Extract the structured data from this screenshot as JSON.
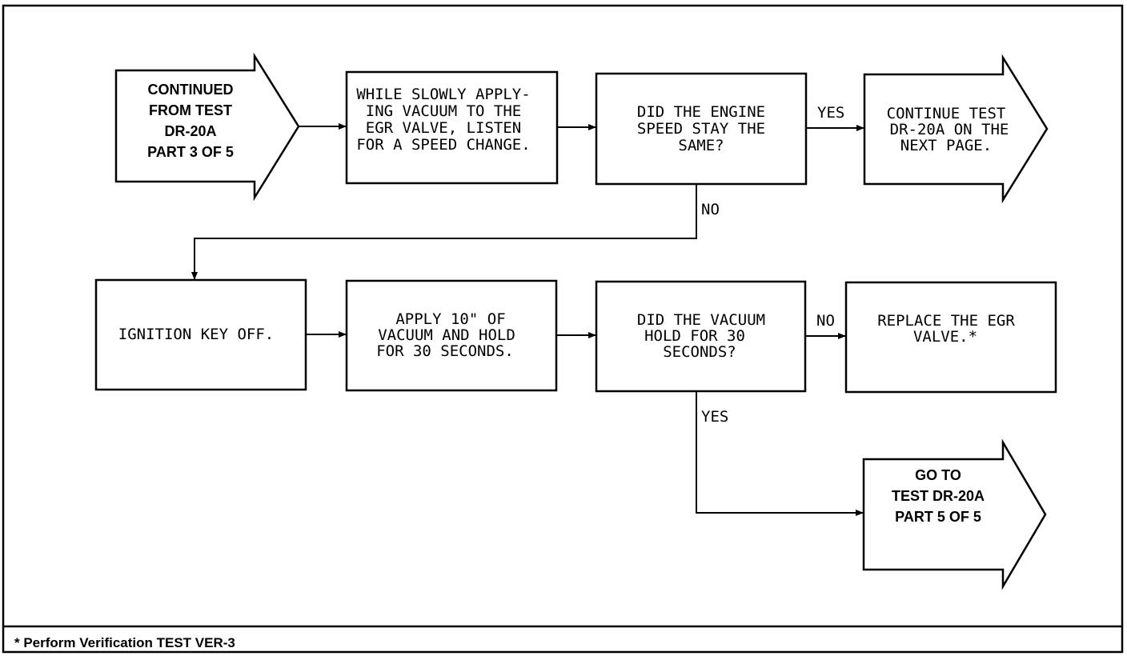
{
  "continued_arrow": {
    "lines": [
      "CONTINUED",
      "FROM TEST",
      "DR-20A",
      "PART 3 OF 5"
    ]
  },
  "step_apply_vacuum_listen": {
    "lines": [
      "WHILE SLOWLY APPLY-",
      "ING VACUUM TO THE",
      "EGR VALVE, LISTEN",
      "FOR A SPEED CHANGE."
    ]
  },
  "decision_engine_speed": {
    "lines": [
      "DID THE ENGINE",
      "SPEED STAY THE",
      "SAME?"
    ]
  },
  "continue_next_page_arrow": {
    "lines": [
      "CONTINUE TEST",
      "DR-20A ON THE",
      "NEXT PAGE."
    ]
  },
  "step_ignition_off": {
    "lines": [
      "IGNITION KEY OFF."
    ]
  },
  "step_apply_10_vacuum": {
    "lines": [
      "APPLY 10\" OF",
      "VACUUM AND HOLD",
      "FOR 30 SECONDS."
    ]
  },
  "decision_vacuum_hold": {
    "lines": [
      "DID THE VACUUM",
      "HOLD FOR 30",
      "SECONDS?"
    ]
  },
  "step_replace_egr": {
    "lines": [
      "REPLACE THE EGR",
      "VALVE.*"
    ]
  },
  "goto_part5_arrow": {
    "lines": [
      "GO TO",
      "TEST DR-20A",
      "PART 5 OF 5"
    ]
  },
  "labels": {
    "yes_1": "YES",
    "no_1": "NO",
    "no_2": "NO",
    "yes_2": "YES"
  },
  "footnote": "* Perform Verification TEST VER-3"
}
